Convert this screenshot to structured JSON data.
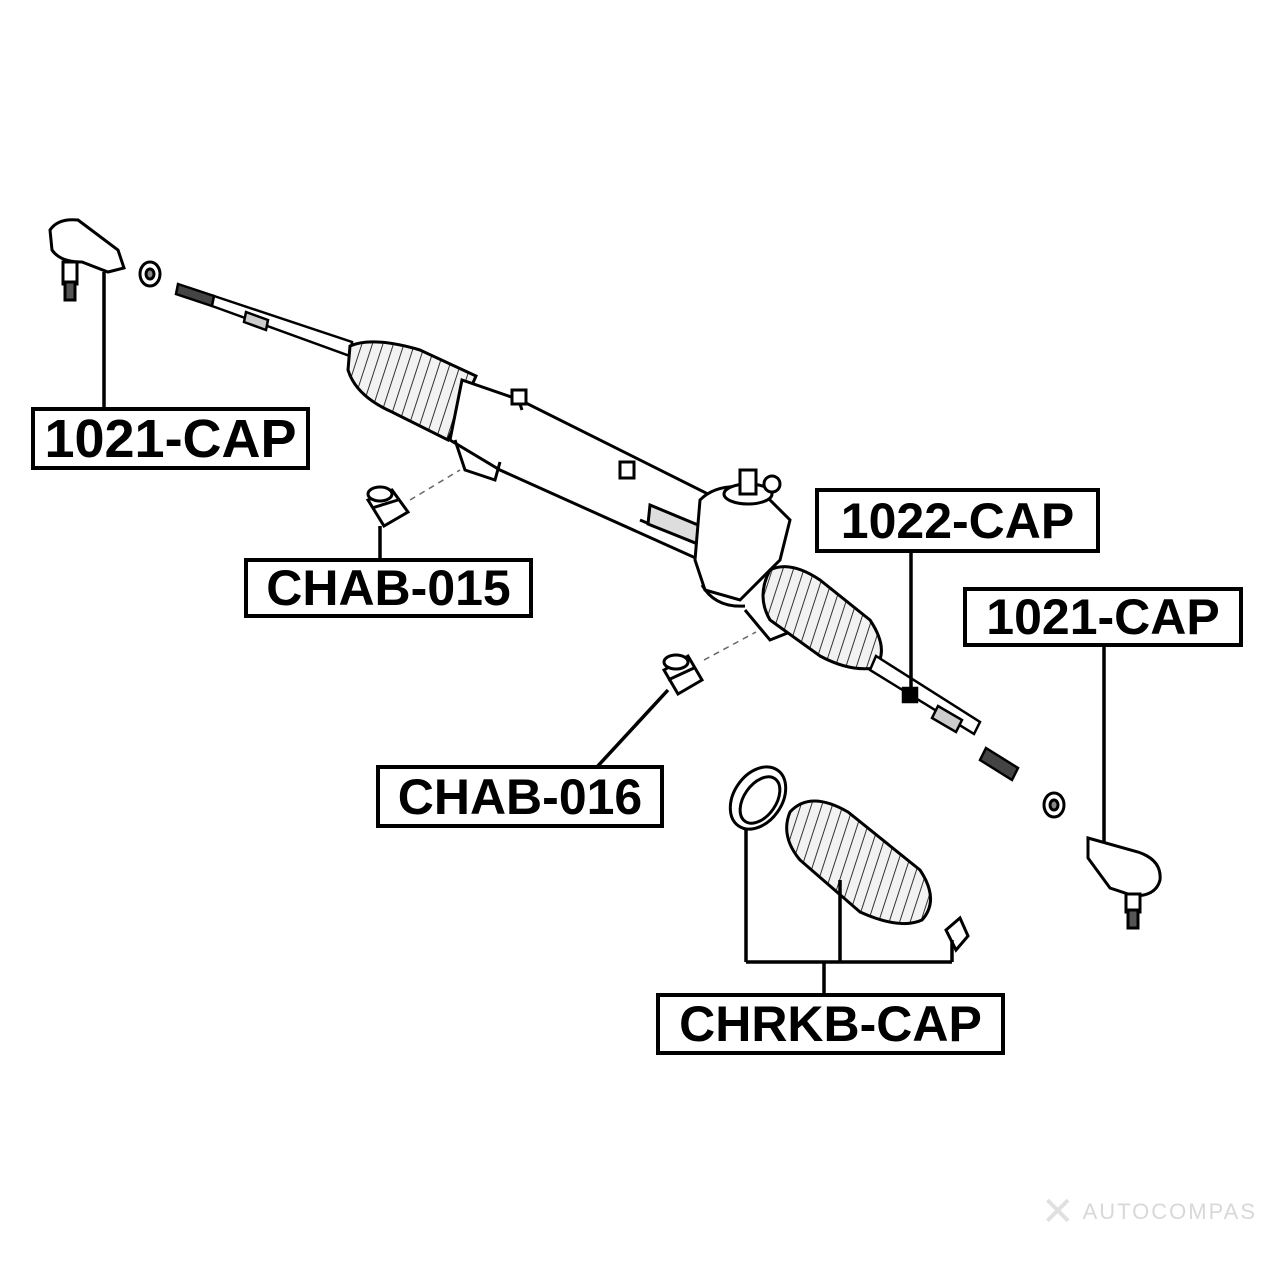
{
  "labels": {
    "tie_rod_end_left": "1021-CAP",
    "rack_bushing_left": "CHAB-015",
    "inner_tie_rod": "1022-CAP",
    "tie_rod_end_right": "1021-CAP",
    "rack_bushing_right": "CHAB-016",
    "boot_kit": "CHRKB-CAP"
  },
  "watermark": "AUTOCOMPAS",
  "colors": {
    "outline": "#000000",
    "part_fill": "#ffffff",
    "boot_fill": "#f4f4f4"
  }
}
